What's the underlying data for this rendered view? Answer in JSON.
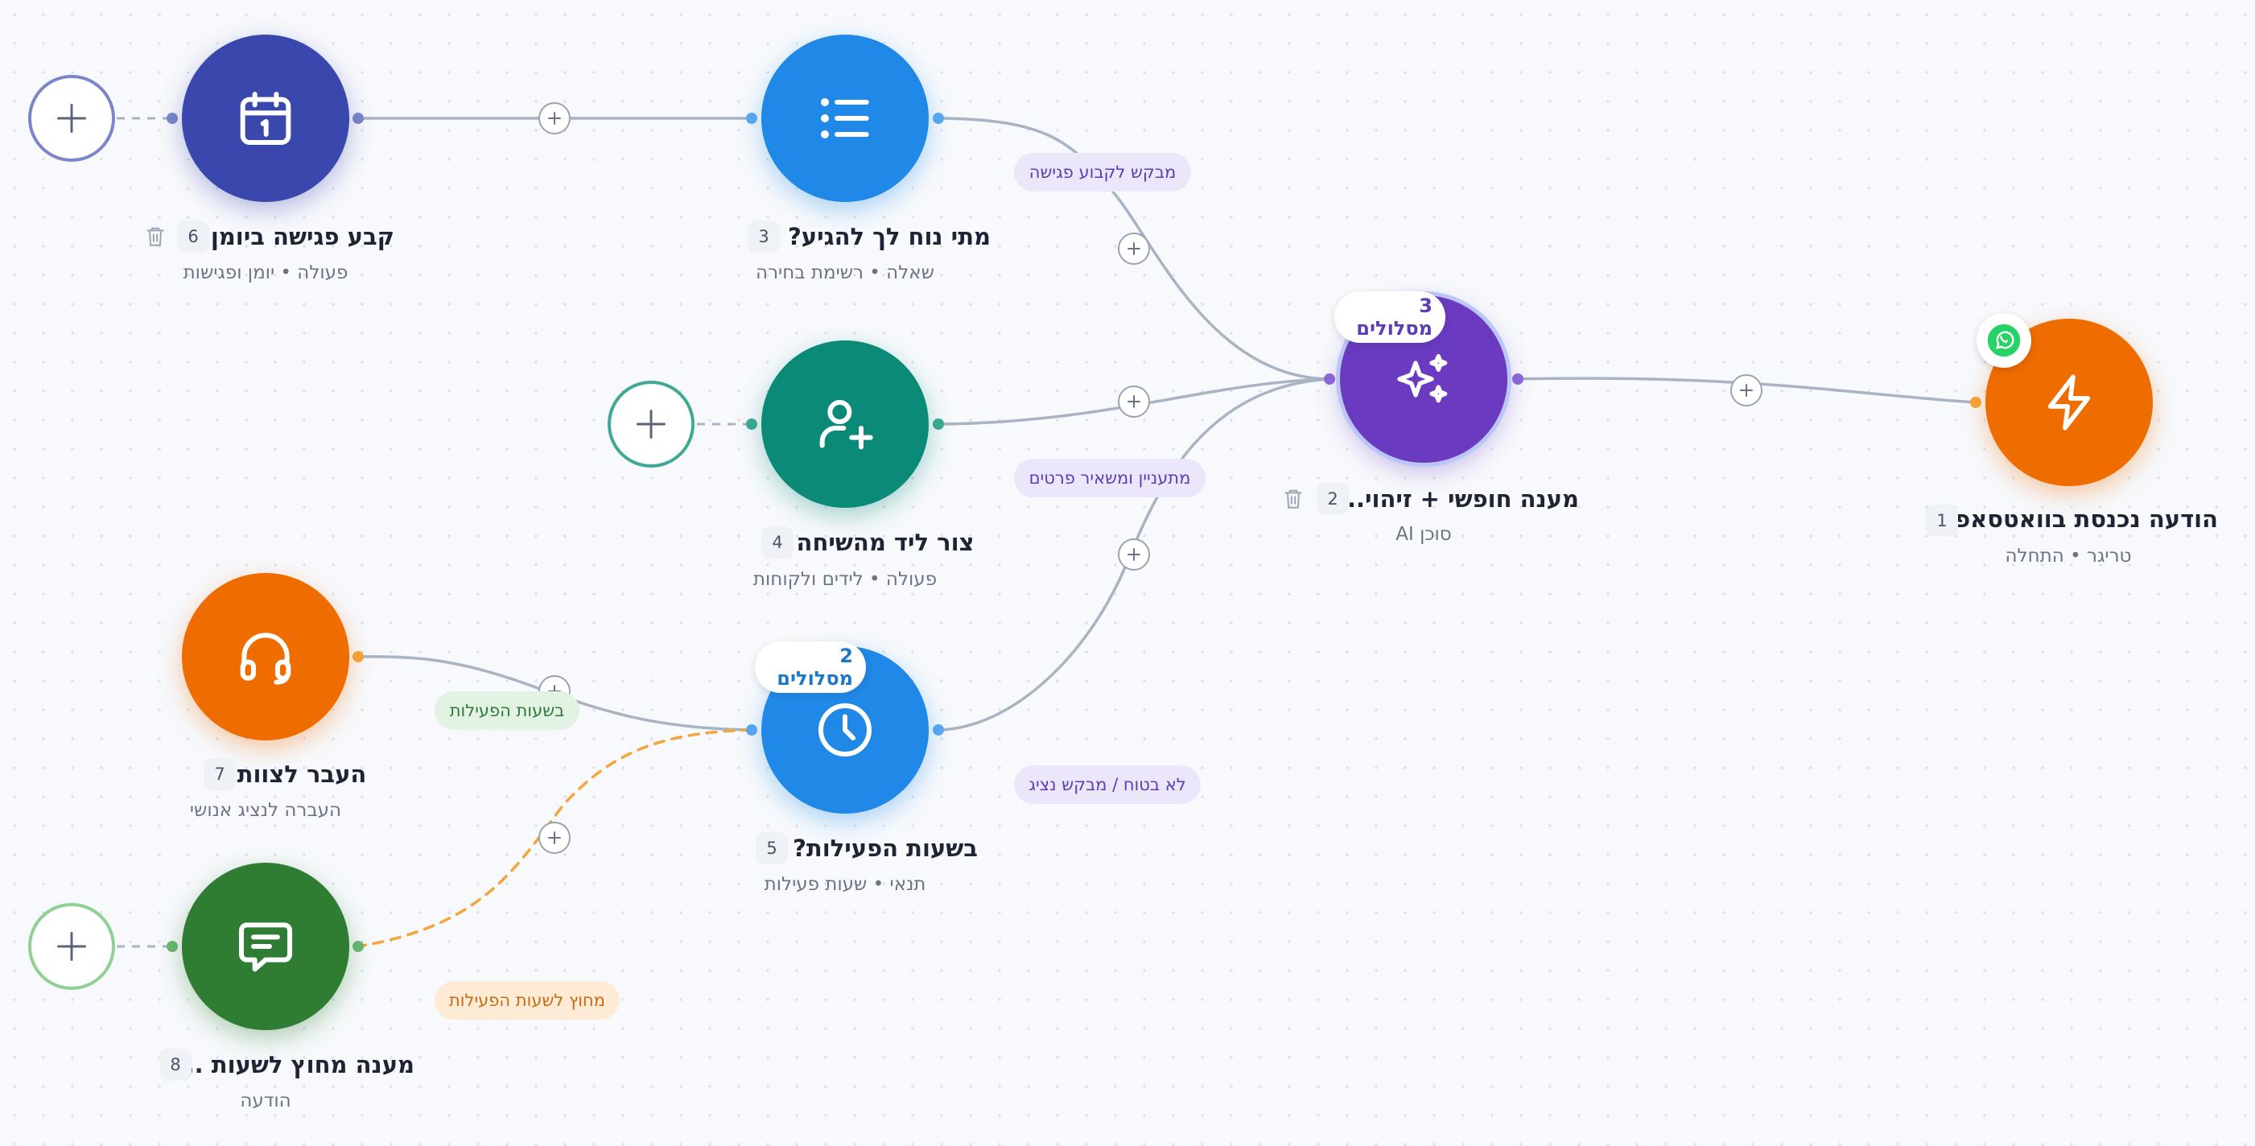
{
  "nodes": {
    "n1": {
      "num": "1",
      "title": "הודעה נכנסת בוואטסאפ",
      "subtitle": "טריגר • התחלה",
      "color": "#ef6c00",
      "icon": "lightning-icon"
    },
    "n2": {
      "num": "2",
      "title": "מענה חופשי + זיהוי...",
      "subtitle": "סוכן AI",
      "color": "#6a3bc0",
      "icon": "sparkles-icon",
      "badge": "3 מסלולים"
    },
    "n3": {
      "num": "3",
      "title": "מתי נוח לך להגיע?",
      "subtitle": "שאלה • רשימת בחירה",
      "color": "#2089e8",
      "icon": "list-icon"
    },
    "n4": {
      "num": "4",
      "title": "צור ליד מהשיחה",
      "subtitle": "פעולה • לידים ולקוחות",
      "color": "#0b8a78",
      "icon": "user-plus-icon"
    },
    "n5": {
      "num": "5",
      "title": "בשעות הפעילות?",
      "subtitle": "תנאי • שעות פעילות",
      "color": "#2089e8",
      "icon": "clock-icon",
      "badge": "2 מסלולים"
    },
    "n6": {
      "num": "6",
      "title": "קבע פגישה ביומן",
      "subtitle": "פעולה • יומן ופגישות",
      "color": "#3a47ad",
      "icon": "calendar-icon"
    },
    "n7": {
      "num": "7",
      "title": "העבר לצוות",
      "subtitle": "העברה לנציג אנושי",
      "color": "#ef6c00",
      "icon": "headset-icon"
    },
    "n8": {
      "num": "8",
      "title": "מענה מחוץ לשעות ...",
      "subtitle": "הודעה",
      "color": "#2e7d32",
      "icon": "message-icon"
    }
  },
  "edge_labels": {
    "meeting": "מבקש לקבוע פגישה",
    "interested": "מתעניין ומשאיר פרטים",
    "unsure": "לא בטוח / מבקש נציג",
    "in_hours": "בשעות הפעילות",
    "out_hours": "מחוץ לשעות הפעילות"
  },
  "colors": {
    "edge": "#a8b3c4",
    "edge_dashed_orange": "#f4a53c",
    "canvas_bg": "#f7f9fc"
  }
}
